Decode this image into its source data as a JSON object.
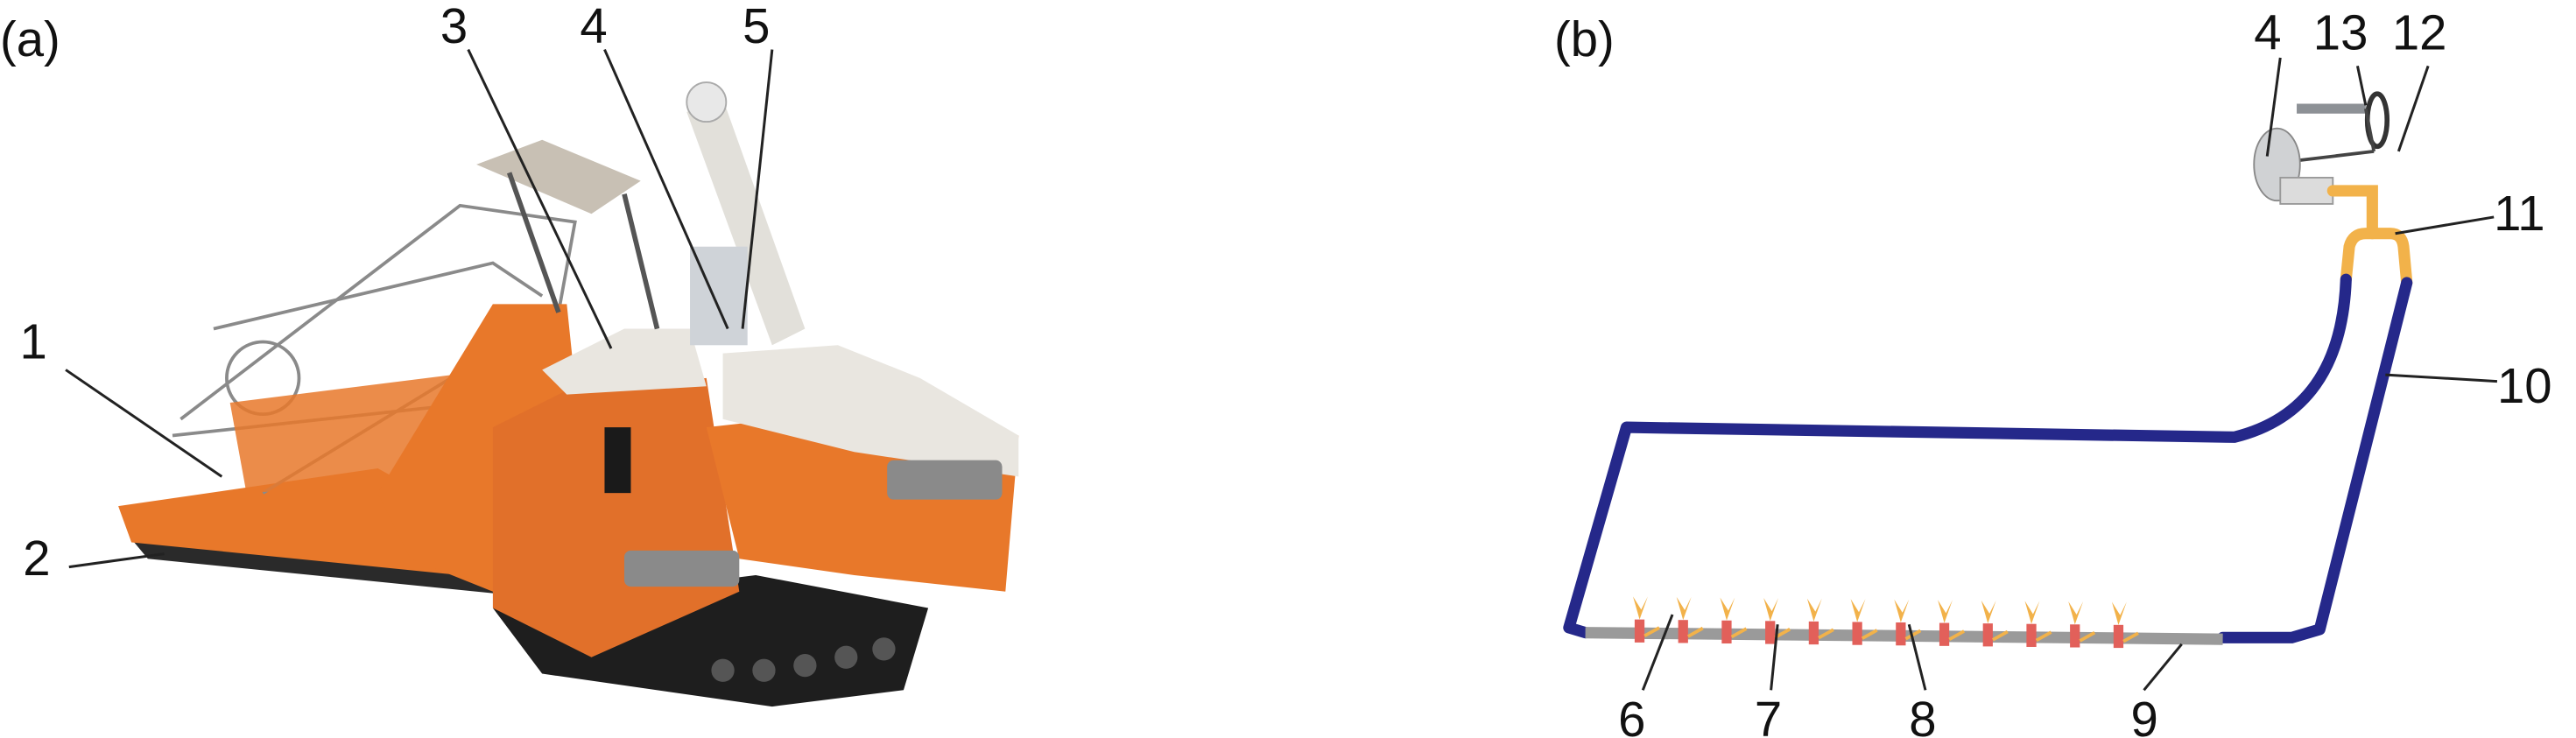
{
  "panel_a": {
    "tag": "(a)",
    "labels": [
      "1",
      "2",
      "3",
      "4",
      "5"
    ],
    "colors": {
      "body": "#e8782a",
      "cover": "#e9e6e0",
      "track": "#1e1e1e",
      "reel": "#8a8a8a"
    }
  },
  "panel_b": {
    "tag": "(b)",
    "labels": [
      "4",
      "13",
      "12",
      "11",
      "10",
      "6",
      "7",
      "8",
      "9"
    ],
    "colors": {
      "pipe": "#25288a",
      "connector": "#f2b24a",
      "nozzle": "#e2605a",
      "manifold": "#9a9a9a"
    }
  }
}
